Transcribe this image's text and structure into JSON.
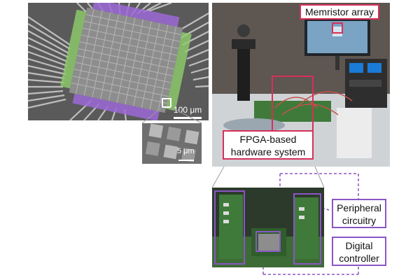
{
  "labels": {
    "memristor_array": "Memristor array",
    "fpga_line1": "FPGA-based",
    "fpga_line2": "hardware system",
    "peripheral_line1": "Peripheral",
    "peripheral_line2": "circuitry",
    "digital_line1": "Digital",
    "digital_line2": "controller",
    "scale_100": "100 μm",
    "scale_5": "5 μm"
  },
  "colors": {
    "accent_red": "#d6305a",
    "accent_purple": "#8a56c4",
    "electrode_green": "#8fce6a",
    "electrode_purple": "#9b6ad6"
  }
}
